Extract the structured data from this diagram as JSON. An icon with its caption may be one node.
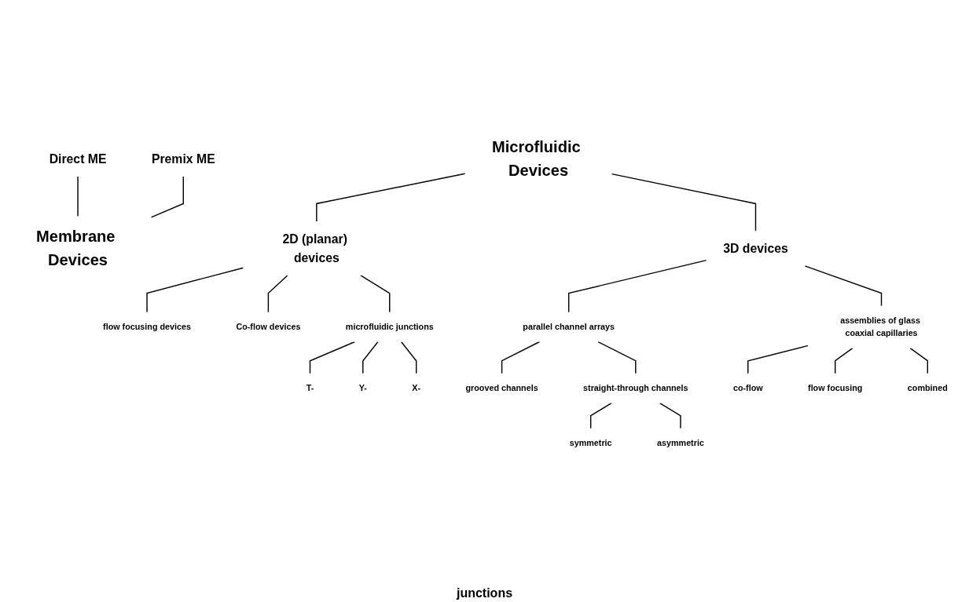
{
  "diagram": {
    "nodes": [
      {
        "text": [
          "Direct ME"
        ]
      },
      {
        "text": [
          "Premix ME"
        ]
      },
      {
        "text": [
          "Membrane Devices"
        ]
      },
      {
        "text": [
          "Microfluidic Devices"
        ]
      },
      {
        "text": [
          "2D (planar) devices"
        ]
      },
      {
        "text": [
          "3D devices"
        ]
      },
      {
        "text": [
          "flow focusing devices"
        ]
      },
      {
        "text": [
          "Co-flow devices"
        ]
      },
      {
        "text": [
          "microfluidic junctions"
        ]
      },
      {
        "text": [
          "T-"
        ]
      },
      {
        "text": [
          "Y-"
        ]
      },
      {
        "text": [
          "X-"
        ]
      },
      {
        "text": [
          "parallel channel arrays"
        ]
      },
      {
        "text": [
          "grooved channels"
        ]
      },
      {
        "text": [
          "straight-through channels"
        ]
      },
      {
        "text": [
          "symmetric"
        ]
      },
      {
        "text": [
          "asymmetric"
        ]
      },
      {
        "text": [
          "assemblies of glass coaxial capillaries"
        ]
      },
      {
        "text": [
          "co-flow"
        ]
      },
      {
        "text": [
          "flow focusing"
        ]
      },
      {
        "text": [
          "combined"
        ]
      }
    ],
    "edges": [
      {
        "from": 0,
        "to": 2,
        "arrow": "none"
      },
      {
        "from": 1,
        "to": 2,
        "arrow": "none"
      },
      {
        "from": 3,
        "to": 4,
        "arrow": "none"
      },
      {
        "from": 3,
        "to": 5,
        "arrow": "none"
      },
      {
        "from": 4,
        "to": 6,
        "arrow": "none"
      },
      {
        "from": 4,
        "to": 7,
        "arrow": "none"
      },
      {
        "from": 4,
        "to": 8,
        "arrow": "none"
      },
      {
        "from": 8,
        "to": 9,
        "arrow": "none"
      },
      {
        "from": 8,
        "to": 10,
        "arrow": "none"
      },
      {
        "from": 8,
        "to": 11,
        "arrow": "none"
      },
      {
        "from": 5,
        "to": 12,
        "arrow": "none"
      },
      {
        "from": 5,
        "to": 17,
        "arrow": "none"
      },
      {
        "from": 12,
        "to": 13,
        "arrow": "none"
      },
      {
        "from": 12,
        "to": 14,
        "arrow": "none"
      },
      {
        "from": 14,
        "to": 15,
        "arrow": "none"
      },
      {
        "from": 14,
        "to": 16,
        "arrow": "none"
      },
      {
        "from": 17,
        "to": 18,
        "arrow": "none"
      },
      {
        "from": 17,
        "to": 19,
        "arrow": "none"
      },
      {
        "from": 17,
        "to": 20,
        "arrow": "none"
      }
    ],
    "labels": [
      "junctions"
    ]
  }
}
